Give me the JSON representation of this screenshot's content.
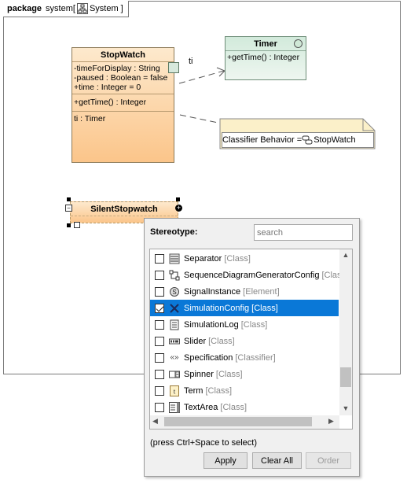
{
  "package": {
    "keyword": "package",
    "name": "system",
    "bracket_open": "[",
    "diagram_name": "System",
    "bracket_close": "]"
  },
  "stopwatch": {
    "name": "StopWatch",
    "attributes": [
      "-timeForDisplay : String",
      "-paused : Boolean = false",
      "+time : Integer = 0"
    ],
    "operations": [
      "+getTime() : Integer"
    ],
    "parts": [
      "ti : Timer"
    ],
    "port_label": "ti"
  },
  "timer": {
    "name": "Timer",
    "operations": [
      "+getTime() : Integer"
    ]
  },
  "note": {
    "prefix": "Classifier Behavior = ",
    "value": "StopWatch"
  },
  "silent": {
    "name": "SilentStopwatch"
  },
  "popup": {
    "title": "Stereotype:",
    "search_placeholder": "search",
    "items": [
      {
        "name": "Separator",
        "meta": "[Class]",
        "checked": false,
        "selected": false,
        "icon": "separator-icon"
      },
      {
        "name": "SequenceDiagramGeneratorConfig",
        "meta": "[Class",
        "checked": false,
        "selected": false,
        "icon": "sequence-config-icon"
      },
      {
        "name": "SignalInstance",
        "meta": "[Element]",
        "checked": false,
        "selected": false,
        "icon": "signal-icon"
      },
      {
        "name": "SimulationConfig",
        "meta": "[Class]",
        "checked": true,
        "selected": true,
        "icon": "simulation-config-icon"
      },
      {
        "name": "SimulationLog",
        "meta": "[Class]",
        "checked": false,
        "selected": false,
        "icon": "log-icon"
      },
      {
        "name": "Slider",
        "meta": "[Class]",
        "checked": false,
        "selected": false,
        "icon": "slider-icon"
      },
      {
        "name": "Specification",
        "meta": "[Classifier]",
        "checked": false,
        "selected": false,
        "icon": "specification-icon"
      },
      {
        "name": "Spinner",
        "meta": "[Class]",
        "checked": false,
        "selected": false,
        "icon": "spinner-icon"
      },
      {
        "name": "Term",
        "meta": "[Class]",
        "checked": false,
        "selected": false,
        "icon": "term-icon"
      },
      {
        "name": "TextArea",
        "meta": "[Class]",
        "checked": false,
        "selected": false,
        "icon": "textarea-icon"
      }
    ],
    "hint": "(press Ctrl+Space to select)",
    "apply_label": "Apply",
    "clear_label": "Clear All",
    "order_label": "Order"
  },
  "colors": {
    "selection": "#0a78d7",
    "class_fill": "#fbc58a",
    "timer_fill": "#d2eadb"
  }
}
